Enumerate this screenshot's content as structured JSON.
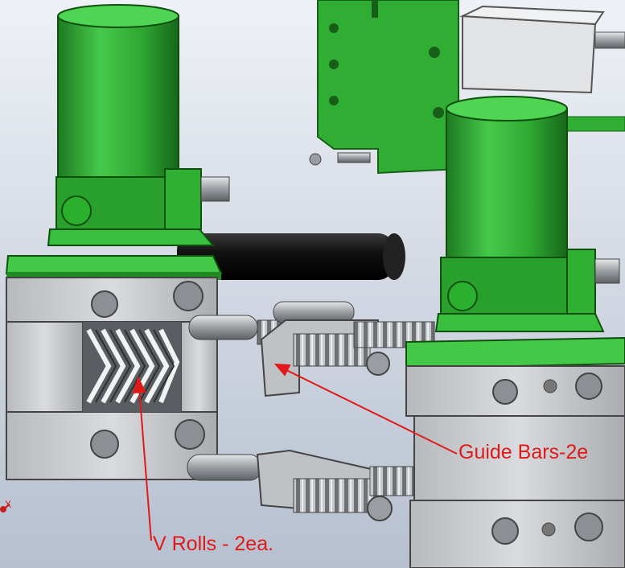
{
  "annotations": {
    "guide_bars": "Guide Bars-2e",
    "v_rolls": "V Rolls - 2ea."
  },
  "axis_indicator": "X",
  "colors": {
    "background_top": "#e9edf3",
    "background_bottom": "#b9c2d2",
    "motor_green": "#33b536",
    "motor_green_dark": "#1f7d22",
    "block_gray": "#c9cbce",
    "block_gray_dark": "#8f9296",
    "callout_red": "#e01919",
    "roller_black": "#151515"
  },
  "icons": [
    "axis-triad-icon"
  ]
}
